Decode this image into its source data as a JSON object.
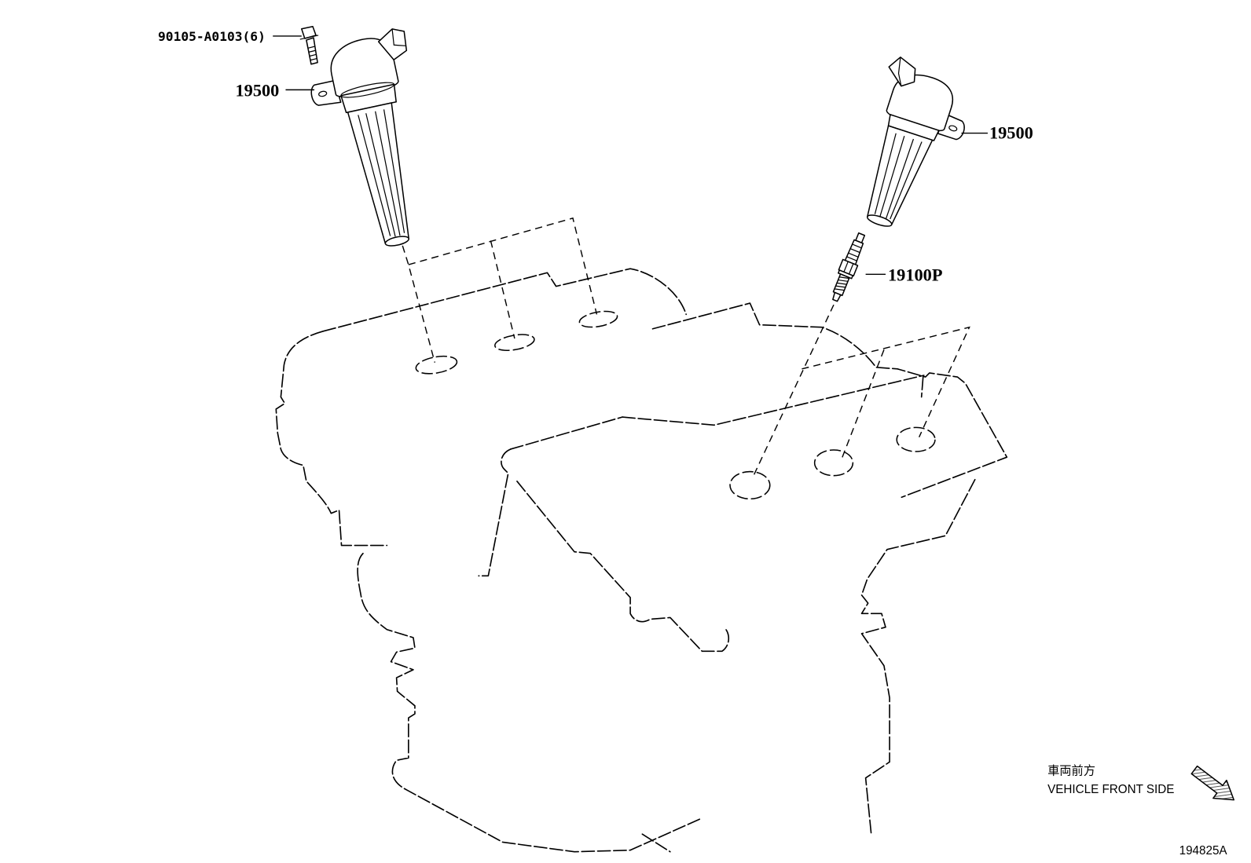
{
  "diagram": {
    "callouts": {
      "bolt": "90105-A0103(6)",
      "ignition_coil_left": "19500",
      "ignition_coil_right": "19500",
      "spark_plug": "19100P"
    },
    "direction": {
      "label_jp": "車両前方",
      "label_en": "VEHICLE FRONT SIDE",
      "icon": "arrow-down-right-icon"
    },
    "figure_id": "194825A"
  }
}
